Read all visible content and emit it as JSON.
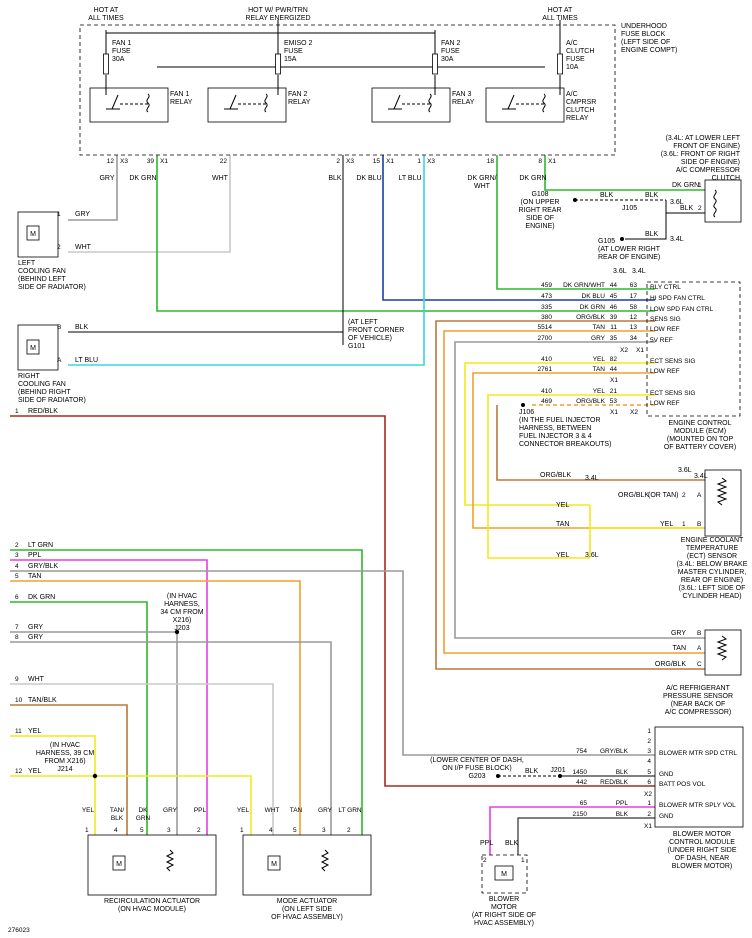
{
  "diagram_id": "276023",
  "power": {
    "hot_all_1": "HOT AT\nALL TIMES",
    "hot_pwr": "HOT W/ PWR/TRN\nRELAY ENERGIZED",
    "hot_all_2": "HOT AT\nALL TIMES"
  },
  "fuse_block": "UNDERHOOD\nFUSE BLOCK\n(LEFT SIDE OF\nENGINE COMPT)",
  "fuses": [
    {
      "label": "FAN 1\nFUSE\n30A"
    },
    {
      "label": "EMISO 2\nFUSE\n15A"
    },
    {
      "label": "FAN 2\nFUSE\n30A"
    },
    {
      "label": "A/C\nCLUTCH\nFUSE\n10A"
    }
  ],
  "relays": [
    {
      "label": "FAN 1\nRELAY"
    },
    {
      "label": "FAN 2\nRELAY"
    },
    {
      "label": "FAN 3\nRELAY"
    },
    {
      "label": "A/C\nCMPRSR\nCLUTCH\nRELAY"
    }
  ],
  "fuse_pins": [
    {
      "pin": "12",
      "conn": "X3"
    },
    {
      "pin": "39",
      "conn": "X1"
    },
    {
      "pin": "22",
      "conn": ""
    },
    {
      "pin": "2",
      "conn": "X3"
    },
    {
      "pin": "15",
      "conn": "X1"
    },
    {
      "pin": "1",
      "conn": "X3"
    },
    {
      "pin": "18",
      "conn": ""
    },
    {
      "pin": "8",
      "conn": "X1"
    }
  ],
  "top_wires": [
    "GRY",
    "DK GRN",
    "WHT",
    "BLK",
    "DK BLU",
    "LT BLU",
    "DK GRN/\nWHT",
    "DK GRN"
  ],
  "left_fan": {
    "label": "LEFT\nCOOLING FAN\n(BEHIND LEFT\nSIDE OF RADIATOR)",
    "pin1": "1",
    "pin1_wire": "GRY",
    "pin2": "2",
    "pin2_wire": "WHT"
  },
  "right_fan": {
    "label": "RIGHT\nCOOLING FAN\n(BEHIND RIGHT\nSIDE OF RADIATOR)",
    "pinB": "B",
    "pinB_wire": "BLK",
    "pinA": "A",
    "pinA_wire": "LT BLU"
  },
  "motor_symbol": "M",
  "g101": "(AT LEFT\nFRONT CORNER\nOF VEHICLE)\nG101",
  "ac_clutch": {
    "label": "(3.4L: AT LOWER LEFT\nFRONT OF ENGINE)\n(3.6L: FRONT OF RIGHT\nSIDE OF ENGINE)\nA/C COMPRESSOR\nCLUTCH",
    "wire1": "DK GRN",
    "pin1": "1",
    "wire2": "BLK",
    "pin2": "2"
  },
  "g108": "G108\n(ON UPPER\nRIGHT REAR\nSIDE OF\nENGINE)",
  "j105": "J105",
  "blk_labels": [
    "BLK",
    "BLK",
    "BLK"
  ],
  "engine_36": "3.6L",
  "engine_34": "3.4L",
  "g105": "G105\n(AT LOWER RIGHT\nREAR OF ENGINE)",
  "ecm": {
    "label": "ENGINE CONTROL\nMODULE (ECM)\n(MOUNTED ON TOP\nOF BATTERY COVER)",
    "rows": [
      {
        "circ": "459",
        "wire": "DK GRN/WHT",
        "p1": "44",
        "p2": "63",
        "func": "RLY CTRL"
      },
      {
        "circ": "473",
        "wire": "DK BLU",
        "p1": "45",
        "p2": "17",
        "func": "HI SPD FAN CTRL"
      },
      {
        "circ": "335",
        "wire": "DK GRN",
        "p1": "46",
        "p2": "58",
        "func": "LOW SPD FAN CTRL"
      },
      {
        "circ": "380",
        "wire": "ORG/BLK",
        "p1": "39",
        "p2": "12",
        "func": "SENS SIG"
      },
      {
        "circ": "5514",
        "wire": "TAN",
        "p1": "11",
        "p2": "13",
        "func": "LOW REF"
      },
      {
        "circ": "2700",
        "wire": "GRY",
        "p1": "35",
        "p2": "34",
        "func": "5V REF"
      },
      {
        "circ": "410",
        "wire": "YEL",
        "p1": "82",
        "p2": "",
        "func": "ECT SENS SIG"
      },
      {
        "circ": "2761",
        "wire": "TAN",
        "p1": "44",
        "p2": "",
        "func": "LOW REF"
      },
      {
        "circ": "410",
        "wire": "YEL",
        "p1": "21",
        "p2": "",
        "func": "ECT SENS SIG"
      },
      {
        "circ": "469",
        "wire": "ORG/BLK",
        "p1": "53",
        "p2": "",
        "func": "LOW REF"
      }
    ],
    "conns": [
      "X2",
      "X1",
      "X1",
      "X1",
      "X2"
    ],
    "col_36": "3.6L",
    "col_34": "3.4L"
  },
  "j106": "J106\n(IN THE FUEL INJECTOR\nHARNESS, BETWEEN\nFUEL INJECTOR 3 & 4\nCONNECTOR BREAKOUTS)",
  "ect": {
    "label": "ENGINE COOLANT\nTEMPERATURE\n(ECT) SENSOR\n(3.4L: BELOW BRAKE\nMASTER CYLINDER,\nREAR OF ENGINE)\n(3.6L: LEFT SIDE OF\nCYLINDER HEAD)",
    "wire_a": "ORG/BLK",
    "or_tan": "(OR TAN)",
    "pin2": "2",
    "pinA": "A",
    "wire_b": "YEL",
    "pin1": "1",
    "pinB": "B",
    "yel": "YEL",
    "tan": "TAN",
    "yel2": "YEL",
    "e36": "3.6L",
    "e34": "3.4L",
    "e34b": "3.4L",
    "e36b": "3.6L"
  },
  "ac_press": {
    "label": "A/C REFRIGERANT\nPRESSURE SENSOR\n(NEAR BACK OF\nA/C COMPRESSOR)",
    "rows": [
      {
        "wire": "GRY",
        "pin": "B"
      },
      {
        "wire": "TAN",
        "pin": "A"
      },
      {
        "wire": "ORG/BLK",
        "pin": "C"
      }
    ]
  },
  "left_pins": [
    {
      "pin": "1",
      "wire": "RED/BLK"
    },
    {
      "pin": "2",
      "wire": "LT GRN"
    },
    {
      "pin": "3",
      "wire": "PPL"
    },
    {
      "pin": "4",
      "wire": "GRY/BLK"
    },
    {
      "pin": "5",
      "wire": "TAN"
    },
    {
      "pin": "6",
      "wire": "DK GRN"
    },
    {
      "pin": "7",
      "wire": "GRY"
    },
    {
      "pin": "8",
      "wire": "GRY"
    },
    {
      "pin": "9",
      "wire": "WHT"
    },
    {
      "pin": "10",
      "wire": "TAN/BLK"
    },
    {
      "pin": "11",
      "wire": "YEL"
    },
    {
      "pin": "12",
      "wire": "YEL"
    }
  ],
  "j203": "(IN HVAC\nHARNESS,\n34 CM FROM\nX216)\nJ203",
  "j214": "(IN HVAC\nHARNESS, 39 CM\nFROM X216)\nJ214",
  "bmcm": {
    "label": "BLOWER MOTOR\nCONTROL MODULE\n(UNDER RIGHT SIDE\nOF DASH, NEAR\nBLOWER MOTOR)",
    "pins_top": [
      "1",
      "2"
    ],
    "rows": [
      {
        "circ": "754",
        "wire": "GRY/BLK",
        "pin": "3",
        "func": "BLOWER MTR SPD CTRL"
      },
      {
        "circ": "",
        "wire": "",
        "pin": "4",
        "func": ""
      },
      {
        "circ": "1450",
        "wire": "BLK",
        "pin": "5",
        "func": "GND"
      },
      {
        "circ": "442",
        "wire": "RED/BLK",
        "pin": "6",
        "func": "BATT POS VOL"
      },
      {
        "circ": "65",
        "wire": "PPL",
        "pin": "1",
        "func": "BLOWER MTR SPLY VOL"
      },
      {
        "circ": "2150",
        "wire": "BLK",
        "pin": "2",
        "func": "GND"
      }
    ],
    "x2": "X2",
    "x1": "X1"
  },
  "g203": "(LOWER CENTER OF DASH,\nON I/P FUSE BLOCK)\nG203",
  "j201": "J201",
  "blk_g203": "BLK",
  "blower": {
    "label": "BLOWER\nMOTOR\n(AT RIGHT SIDE OF\nHVAC ASSEMBLY)",
    "w1": "PPL",
    "w2": "BLK",
    "p2": "2",
    "p1": "1"
  },
  "recirc": {
    "label": "RECIRCULATION ACTUATOR\n(ON HVAC MODULE)",
    "wires": [
      "YEL",
      "TAN/\nBLK",
      "DK\nGRN",
      "GRY",
      "PPL"
    ],
    "pins": [
      "1",
      "4",
      "5",
      "3",
      "2"
    ]
  },
  "mode": {
    "label": "MODE ACTUATOR\n(ON LEFT SIDE\nOF HVAC ASSEMBLY)",
    "wires": [
      "YEL",
      "WHT",
      "TAN",
      "GRY",
      "LT GRN"
    ],
    "pins": [
      "1",
      "4",
      "5",
      "3",
      "2"
    ]
  }
}
